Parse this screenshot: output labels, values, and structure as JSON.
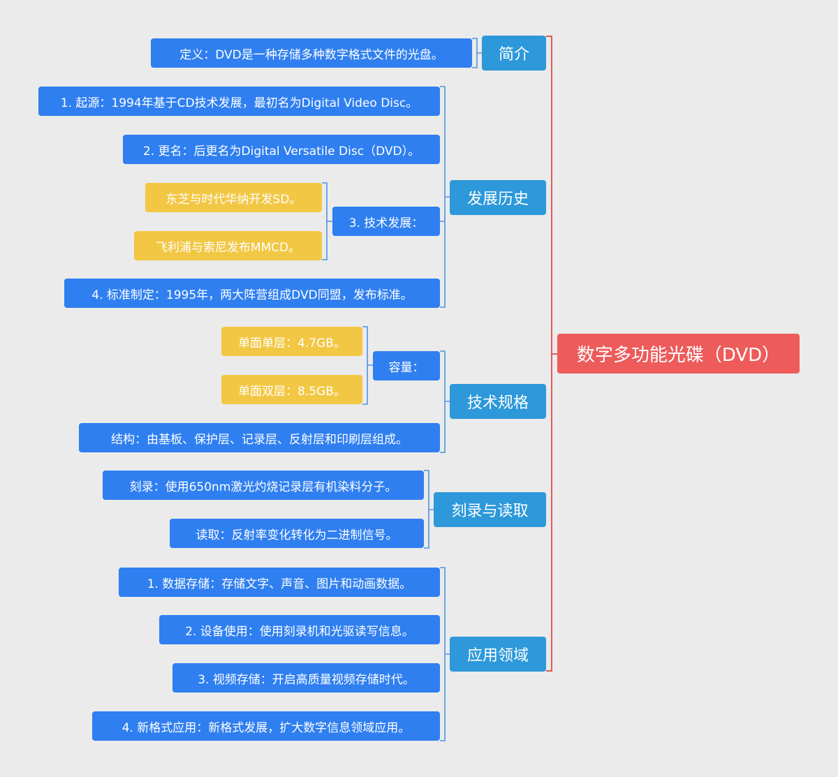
{
  "root": {
    "label": "数字多功能光碟（DVD）",
    "color": "#ed5b5b"
  },
  "colors": {
    "leaf": "#2f7ff0",
    "sub": "#f2c744",
    "branch": "#2d98da",
    "root_connector": "#e15a5a",
    "branch_connector": "#4a94e6",
    "sub_connector": "#4a94e6"
  },
  "branches": [
    {
      "label": "简介",
      "children": [
        {
          "label": "定义：DVD是一种存储多种数字格式文件的光盘。"
        }
      ]
    },
    {
      "label": "发展历史",
      "children": [
        {
          "label": "1. 起源：1994年基于CD技术发展，最初名为Digital Video Disc。"
        },
        {
          "label": "2. 更名：后更名为Digital Versatile Disc（DVD）。"
        },
        {
          "label": "3. 技术发展：",
          "children": [
            {
              "label": "东芝与时代华纳开发SD。"
            },
            {
              "label": "飞利浦与索尼发布MMCD。"
            }
          ]
        },
        {
          "label": "4. 标准制定：1995年，两大阵营组成DVD同盟，发布标准。"
        }
      ]
    },
    {
      "label": "技术规格",
      "children": [
        {
          "label": "容量：",
          "children": [
            {
              "label": "单面单层：4.7GB。"
            },
            {
              "label": "单面双层：8.5GB。"
            }
          ]
        },
        {
          "label": "结构：由基板、保护层、记录层、反射层和印刷层组成。"
        }
      ]
    },
    {
      "label": "刻录与读取",
      "children": [
        {
          "label": "刻录：使用650nm激光灼烧记录层有机染料分子。"
        },
        {
          "label": "读取：反射率变化转化为二进制信号。"
        }
      ]
    },
    {
      "label": "应用领域",
      "children": [
        {
          "label": "1. 数据存储：存储文字、声音、图片和动画数据。"
        },
        {
          "label": "2. 设备使用：使用刻录机和光驱读写信息。"
        },
        {
          "label": "3. 视频存储：开启高质量视频存储时代。"
        },
        {
          "label": "4. 新格式应用：新格式发展，扩大数字信息领域应用。"
        }
      ]
    }
  ]
}
